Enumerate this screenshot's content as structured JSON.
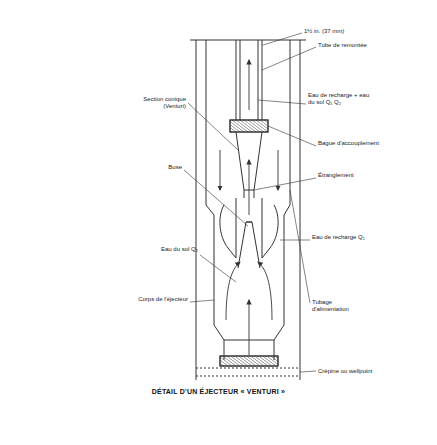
{
  "diagram": {
    "caption": "DÉTAIL D'UN ÉJECTEUR « VENTURI »",
    "labels": [
      "1½ in. (37 mm)",
      "Tube de remontée",
      "Section conique (Venturi)",
      "Eau de recharge + eau du sol Q₁ Q₂",
      "Bague d'accouplement",
      "Étranglement",
      "Buse",
      "Eau de recharge Q₁",
      "Eau du sol Q₂",
      "Corps de l'éjecteur",
      "Tubage d'alimentation",
      "Crépine ou wellpoint"
    ]
  }
}
